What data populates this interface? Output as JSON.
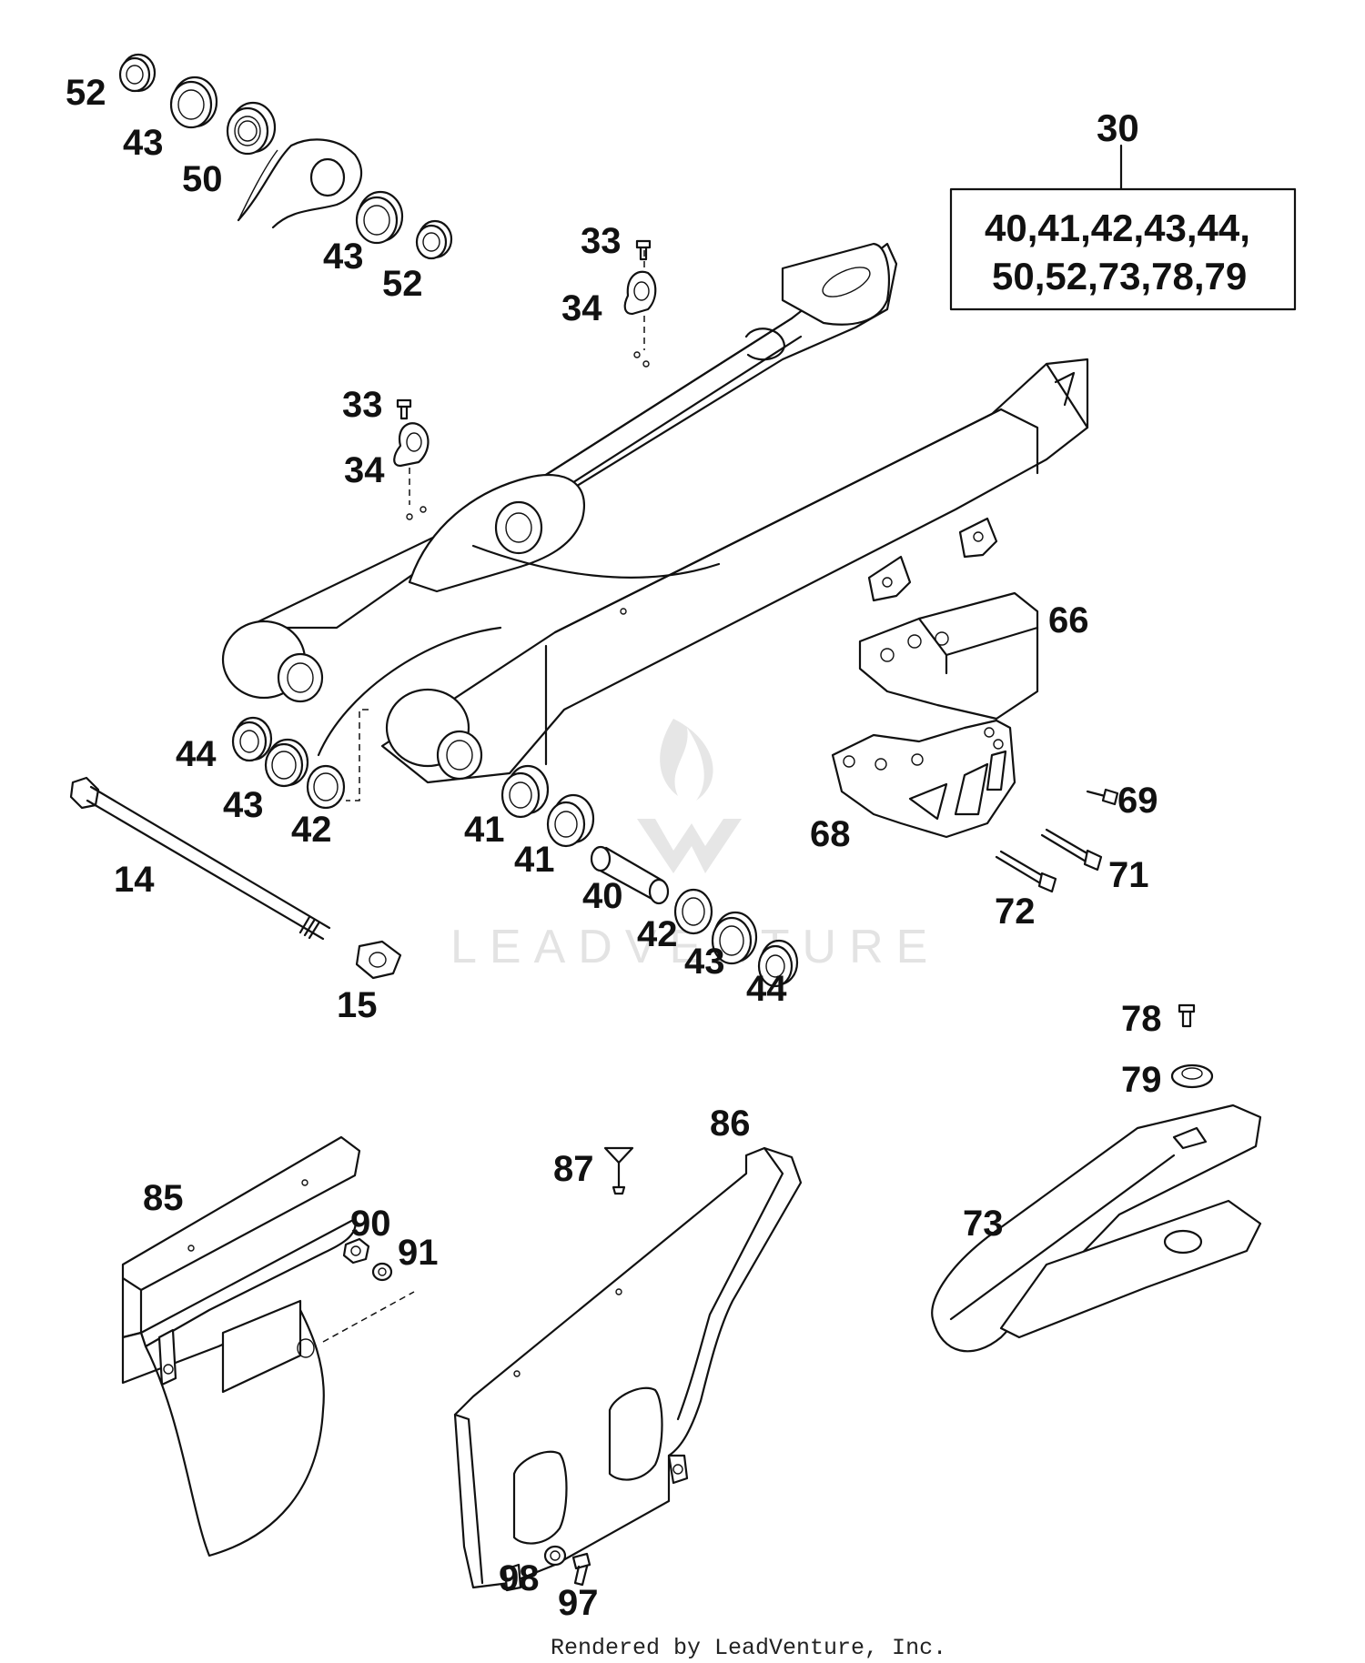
{
  "kit": {
    "number": "30",
    "line1": "40,41,42,43,44,",
    "line2": "50,52,73,78,79"
  },
  "labels": {
    "l52a": "52",
    "l43a": "43",
    "l50": "50",
    "l43b": "43",
    "l52b": "52",
    "l33a": "33",
    "l34a": "34",
    "l33b": "33",
    "l34b": "34",
    "l66": "66",
    "l68": "68",
    "l69": "69",
    "l71": "71",
    "l72": "72",
    "l44a": "44",
    "l43c": "43",
    "l42a": "42",
    "l14": "14",
    "l15": "15",
    "l41a": "41",
    "l41b": "41",
    "l40": "40",
    "l42b": "42",
    "l43d": "43",
    "l44b": "44",
    "l78": "78",
    "l79": "79",
    "l73": "73",
    "l85": "85",
    "l90": "90",
    "l91": "91",
    "l86": "86",
    "l87": "87",
    "l98": "98",
    "l97": "97"
  },
  "watermark": "LEADVENTURE",
  "footer": "Rendered by LeadVenture, Inc."
}
